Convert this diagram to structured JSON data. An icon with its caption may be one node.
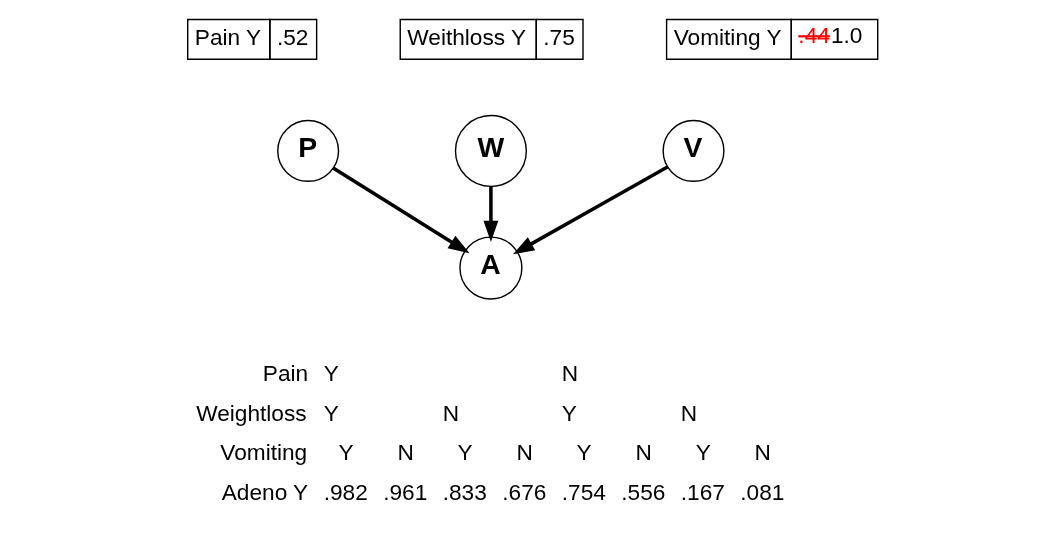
{
  "diagram": {
    "nodes": [
      {
        "text": [
          "P"
        ]
      },
      {
        "text": [
          "W"
        ]
      },
      {
        "text": [
          "V"
        ]
      },
      {
        "text": [
          "A"
        ]
      }
    ],
    "edges": [
      {
        "from": 0,
        "to": 3,
        "arrow": "to"
      },
      {
        "from": 1,
        "to": 3,
        "arrow": "to"
      },
      {
        "from": 2,
        "to": 3,
        "arrow": "to"
      }
    ],
    "labels": [
      "Pain Y",
      ".52",
      "Weithloss Y",
      ".75",
      "Vomiting Y",
      ".44",
      "1.0",
      "Pain",
      "Y",
      "N",
      "Weightloss",
      "Y",
      "N",
      "Y",
      "N",
      "Vomiting",
      "Y",
      "N",
      "Y",
      "N",
      "Y",
      "N",
      "Y",
      "N",
      "Adeno Y",
      ".982",
      ".961",
      ".833",
      ".676",
      ".754",
      ".556",
      ".167",
      ".081"
    ]
  }
}
